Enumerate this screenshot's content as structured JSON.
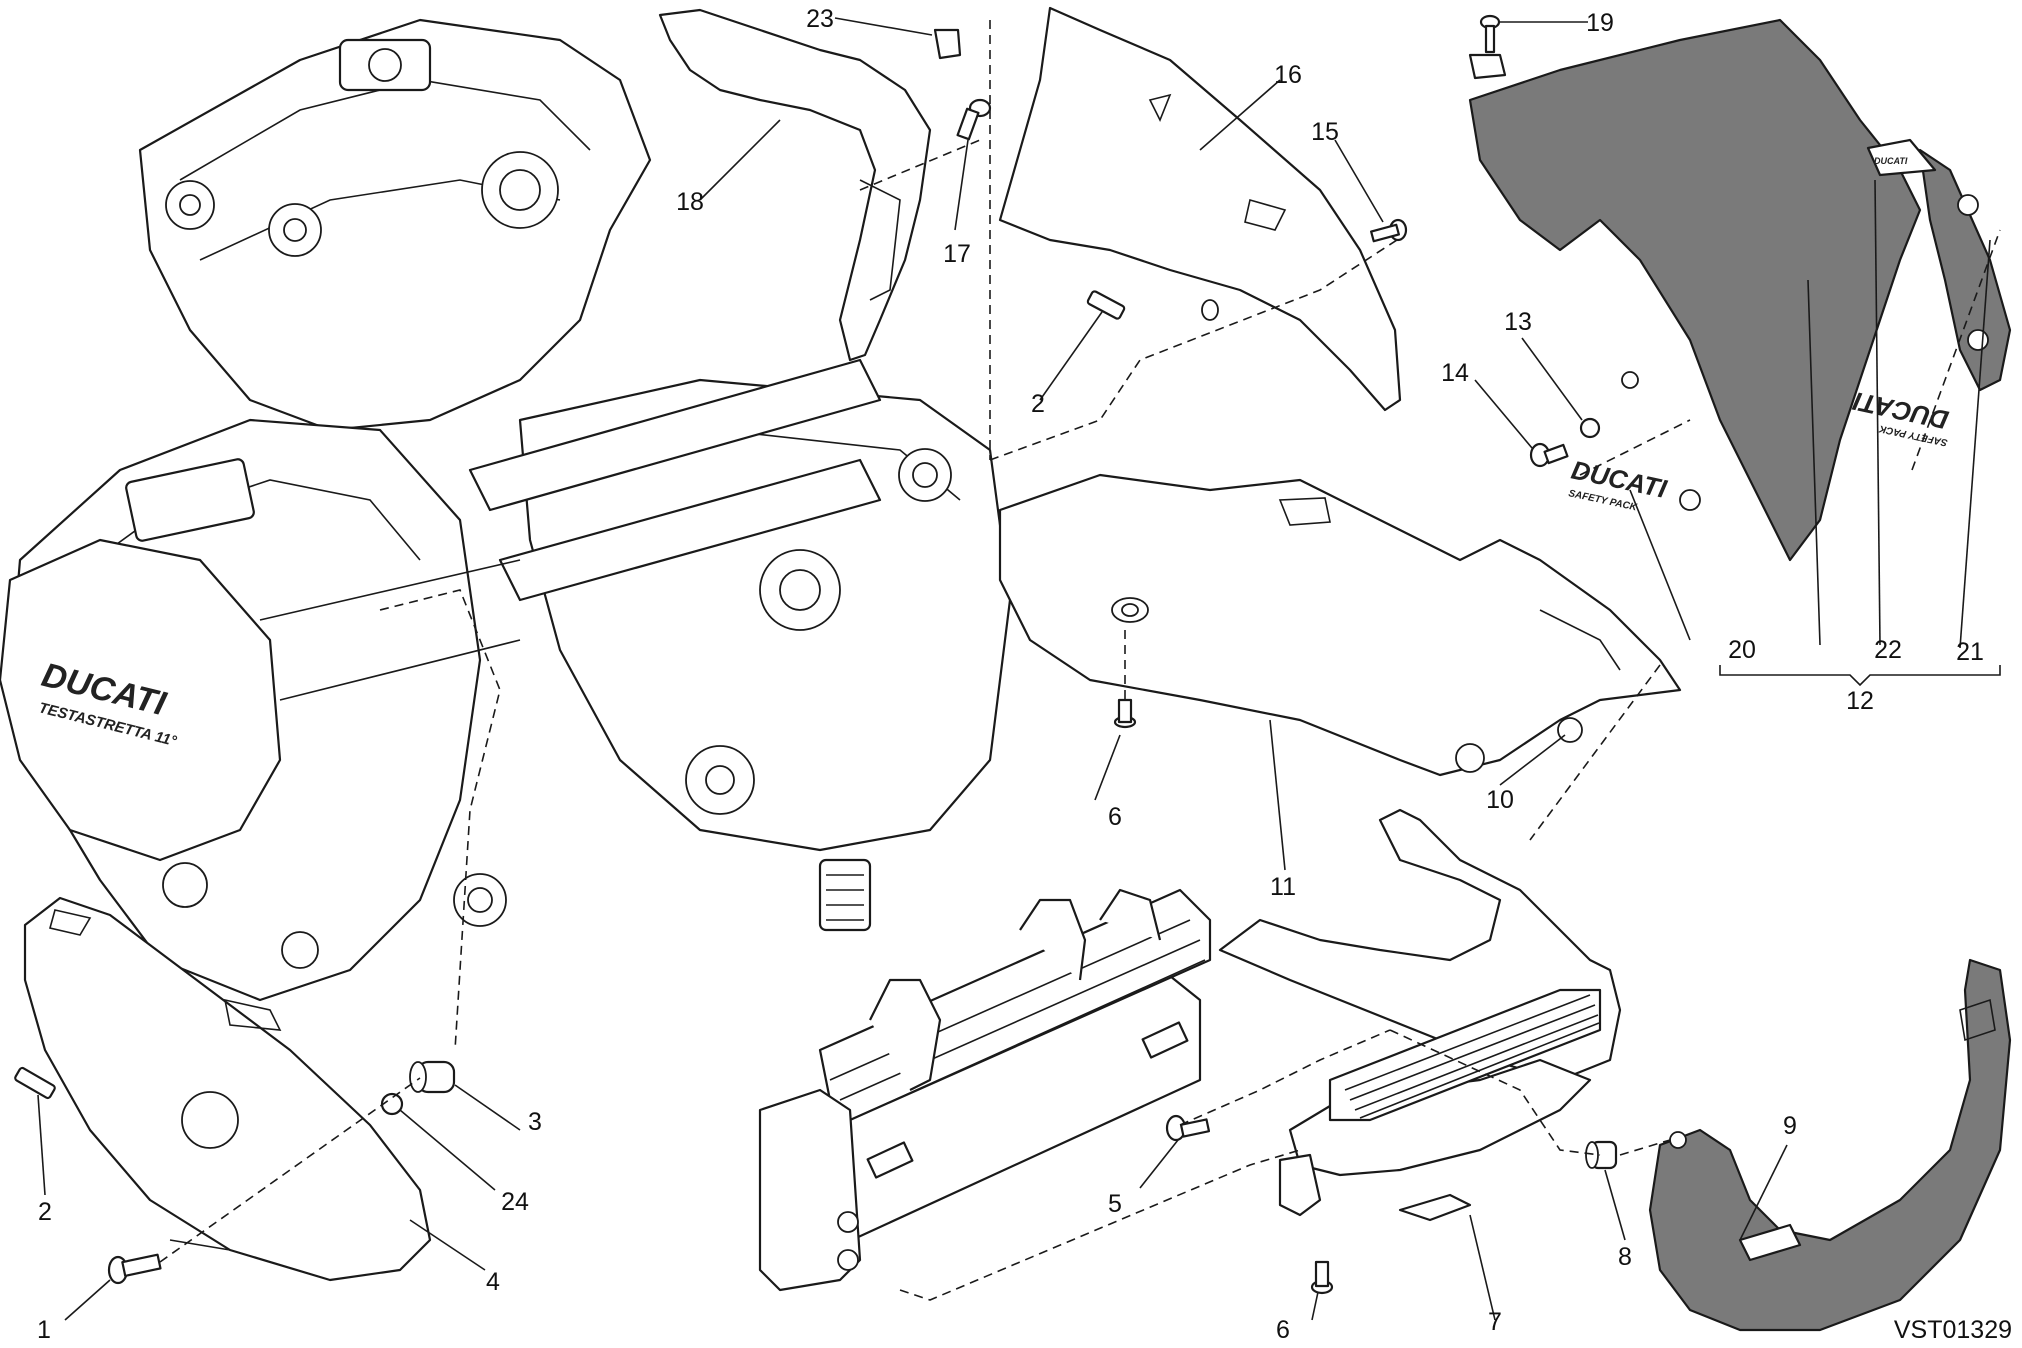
{
  "diagram": {
    "reference_code": "VST01329",
    "callouts": [
      {
        "label": "1"
      },
      {
        "label": "2"
      },
      {
        "label": "3"
      },
      {
        "label": "24"
      },
      {
        "label": "4"
      },
      {
        "label": "2"
      },
      {
        "label": "18"
      },
      {
        "label": "23"
      },
      {
        "label": "17"
      },
      {
        "label": "16"
      },
      {
        "label": "15"
      },
      {
        "label": "19"
      },
      {
        "label": "13"
      },
      {
        "label": "14"
      },
      {
        "label": "20"
      },
      {
        "label": "22"
      },
      {
        "label": "21"
      },
      {
        "label": "12"
      },
      {
        "label": "6"
      },
      {
        "label": "11"
      },
      {
        "label": "10"
      },
      {
        "label": "5"
      },
      {
        "label": "6"
      },
      {
        "label": "7"
      },
      {
        "label": "8"
      },
      {
        "label": "9"
      }
    ],
    "decals": {
      "crankcase_brand": "DUCATI",
      "crankcase_model": "TESTASTRETTA 11°",
      "sticker_brand": "DUCATI",
      "sticker_line": "SAFETY PACK"
    }
  }
}
